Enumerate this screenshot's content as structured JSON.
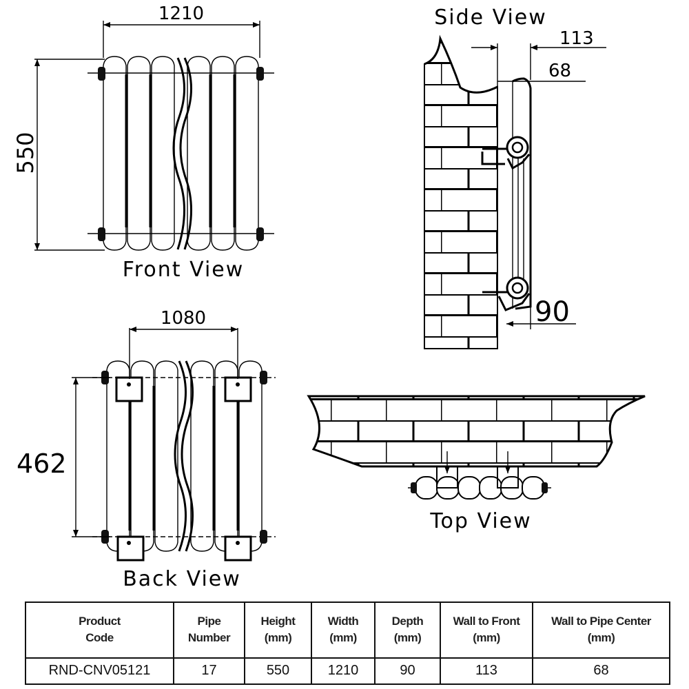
{
  "views": {
    "front": {
      "title": "Front View",
      "width_dim": "1210",
      "height_dim": "550"
    },
    "side": {
      "title": "Side View",
      "wall_to_front_dim": "113",
      "wall_to_pipe_dim": "68",
      "depth_dim": "90"
    },
    "back": {
      "title": "Back View",
      "bracket_spacing_dim": "1080",
      "bracket_height_dim": "462"
    },
    "top": {
      "title": "Top View"
    }
  },
  "table": {
    "headers": [
      "Product\nCode",
      "Pipe\nNumber",
      "Height\n(mm)",
      "Width\n(mm)",
      "Depth\n(mm)",
      "Wall to Front\n(mm)",
      "Wall to Pipe Center\n(mm)"
    ],
    "row": [
      "RND-CNV05121",
      "17",
      "550",
      "1210",
      "90",
      "113",
      "68"
    ]
  }
}
